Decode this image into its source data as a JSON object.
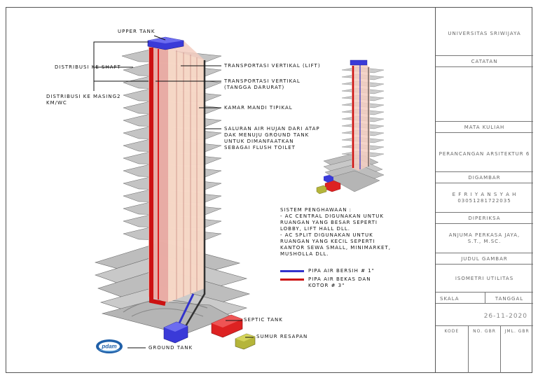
{
  "labels": {
    "upper_tank": "UPPER TANK",
    "distribusi_shaft": "DISTRIBUSI KE SHAFT",
    "distribusi_masing_1": "DISTRIBUSI KE MASING2",
    "distribusi_masing_2": "KM/WC",
    "lift": "TRANSPORTASI VERTIKAL (LIFT)",
    "tangga_1": "TRANSPORTASI VERTIKAL",
    "tangga_2": "(TANGGA DARURAT)",
    "kamar_mandi": "KAMAR MANDI TIPIKAL",
    "saluran_1": "SALURAN AIR HUJAN DARI ATAP",
    "saluran_2": "DAK MENUJU GROUND TANK",
    "saluran_3": "UNTUK DIMANFAATKAN",
    "saluran_4": "SEBAGAI FLUSH TOILET",
    "septic_tank": "SEPTIC TANK",
    "sumur_resapan": "SUMUR RESAPAN",
    "ground_tank": "GROUND TANK",
    "pdam": "pdam"
  },
  "notes": {
    "l1": "SISTEM PENGHAWAAN :",
    "l2": "- AC CENTRAL DIGUNAKAN UNTUK",
    "l3": "RUANGAN YANG BESAR SEPERTI",
    "l4": "LOBBY, LIFT HALL DLL.",
    "l5": "- AC SPLIT DIGUNAKAN UNTUK",
    "l6": "RUANGAN YANG KECIL SEPERTI",
    "l7": "KANTOR SEWA SMALL, MINIMARKET,",
    "l8": "MUSHOLLA DLL."
  },
  "legend": {
    "bersih": "PIPA AIR BERSIH # 1\"",
    "bekas_1": "PIPA AIR BEKAS DAN",
    "bekas_2": "KOTOR # 3\"",
    "bersih_color": "#3333cc",
    "bekas_color": "#cc1111"
  },
  "title_block": {
    "institution": "UNIVERSITAS SRIWIJAYA",
    "catatan": "CATATAN",
    "mata_kuliah": "MATA KULIAH",
    "course": "PERANCANGAN ARSITEKTUR 6",
    "digambar": "DIGAMBAR",
    "drafter": "E F R I Y A N S Y A H",
    "drafter_id": "03051281722035",
    "diperiksa": "DIPERIKSA",
    "checker_1": "ANJUMA PERKASA JAYA,",
    "checker_2": "S.T., M.SC.",
    "judul": "JUDUL GAMBAR",
    "judul_value": "ISOMETRI UTILITAS",
    "skala": "SKALA",
    "tanggal": "TANGGAL",
    "date": "26-11-2020",
    "kode": "KODE",
    "no_gbr": "NO. GBR",
    "jml_gbr": "JML. GBR"
  }
}
